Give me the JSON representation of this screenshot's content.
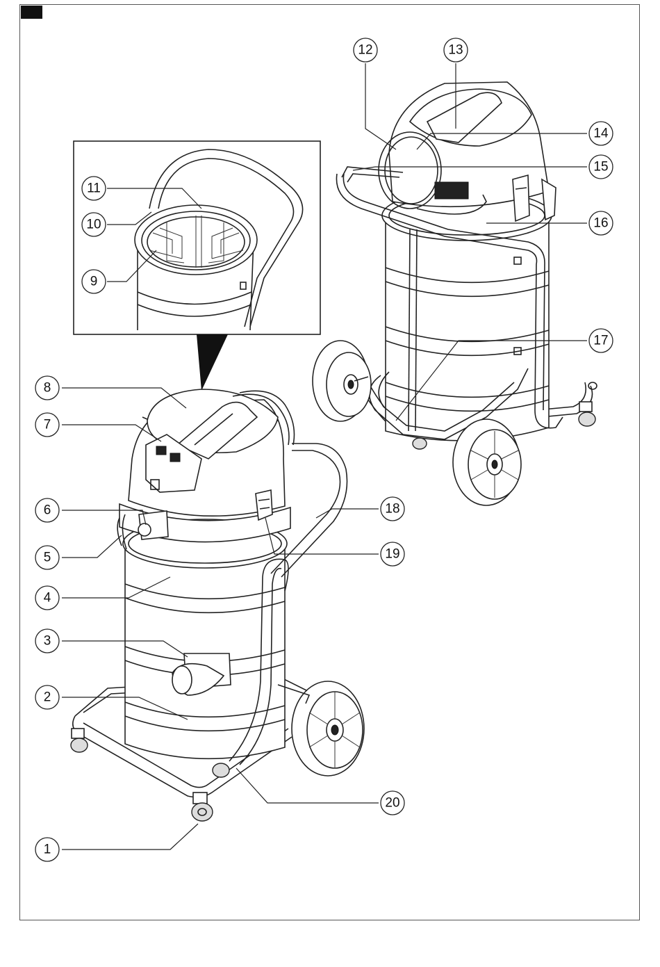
{
  "colors": {
    "line": "#222222",
    "background": "#ffffff"
  },
  "callouts": [
    {
      "id": "c1",
      "label": "1"
    },
    {
      "id": "c2",
      "label": "2"
    },
    {
      "id": "c3",
      "label": "3"
    },
    {
      "id": "c4",
      "label": "4"
    },
    {
      "id": "c5",
      "label": "5"
    },
    {
      "id": "c6",
      "label": "6"
    },
    {
      "id": "c7",
      "label": "7"
    },
    {
      "id": "c8",
      "label": "8"
    },
    {
      "id": "c9",
      "label": "9"
    },
    {
      "id": "c10",
      "label": "10"
    },
    {
      "id": "c11",
      "label": "11"
    },
    {
      "id": "c12",
      "label": "12"
    },
    {
      "id": "c13",
      "label": "13"
    },
    {
      "id": "c14",
      "label": "14"
    },
    {
      "id": "c15",
      "label": "15"
    },
    {
      "id": "c16",
      "label": "16"
    },
    {
      "id": "c17",
      "label": "17"
    },
    {
      "id": "c18",
      "label": "18"
    },
    {
      "id": "c19",
      "label": "19"
    },
    {
      "id": "c20",
      "label": "20"
    }
  ]
}
